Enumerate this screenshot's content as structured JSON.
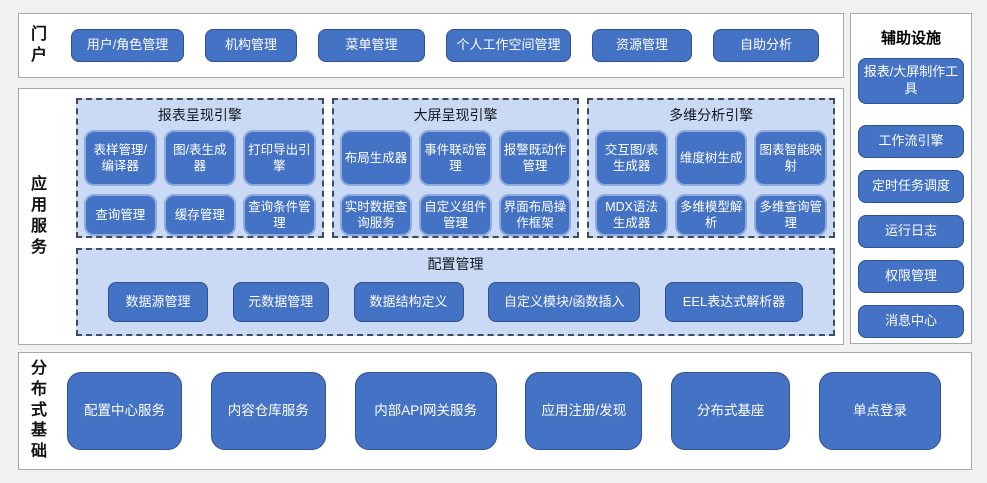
{
  "portal": {
    "label": "门户",
    "items": [
      "用户/角色管理",
      "机构管理",
      "菜单管理",
      "个人工作空间管理",
      "资源管理",
      "自助分析"
    ]
  },
  "app_services": {
    "label": "应用服务",
    "engines": [
      {
        "title": "报表呈现引擎",
        "rows": [
          [
            "表样管理/编译器",
            "图/表生成器",
            "打印导出引擎"
          ],
          [
            "查询管理",
            "缓存管理",
            "查询条件管理"
          ]
        ]
      },
      {
        "title": "大屏呈现引擎",
        "rows": [
          [
            "布局生成器",
            "事件联动管理",
            "报警既动作管理"
          ],
          [
            "实时数据查询服务",
            "自定义组件管理",
            "界面布局操作框架"
          ]
        ]
      },
      {
        "title": "多维分析引擎",
        "rows": [
          [
            "交互图/表生成器",
            "维度树生成",
            "图表智能映射"
          ],
          [
            "MDX语法生成器",
            "多维模型解析",
            "多维查询管理"
          ]
        ]
      }
    ],
    "config": {
      "title": "配置管理",
      "items": [
        "数据源管理",
        "元数据管理",
        "数据结构定义",
        "自定义模块/函数插入",
        "EEL表达式解析器"
      ]
    }
  },
  "distributed": {
    "label": "分布式基础",
    "items": [
      "配置中心服务",
      "内容仓库服务",
      "内部API网关服务",
      "应用注册/发现",
      "分布式基座",
      "单点登录"
    ]
  },
  "auxiliary": {
    "title": "辅助设施",
    "items": [
      "报表/大屏制作工具",
      "工作流引擎",
      "定时任务调度",
      "运行日志",
      "权限管理",
      "消息中心"
    ]
  },
  "colors": {
    "background": "#F1F1F1",
    "box_border": "#A8A8A8",
    "button_fill": "#4472C4",
    "button_border": "#2F528F",
    "inner_button_border": "#8FAADC",
    "panel_bg": "#CADAF4",
    "panel_border": "#3F4A5F",
    "text_on_button": "#FFFFFF"
  }
}
